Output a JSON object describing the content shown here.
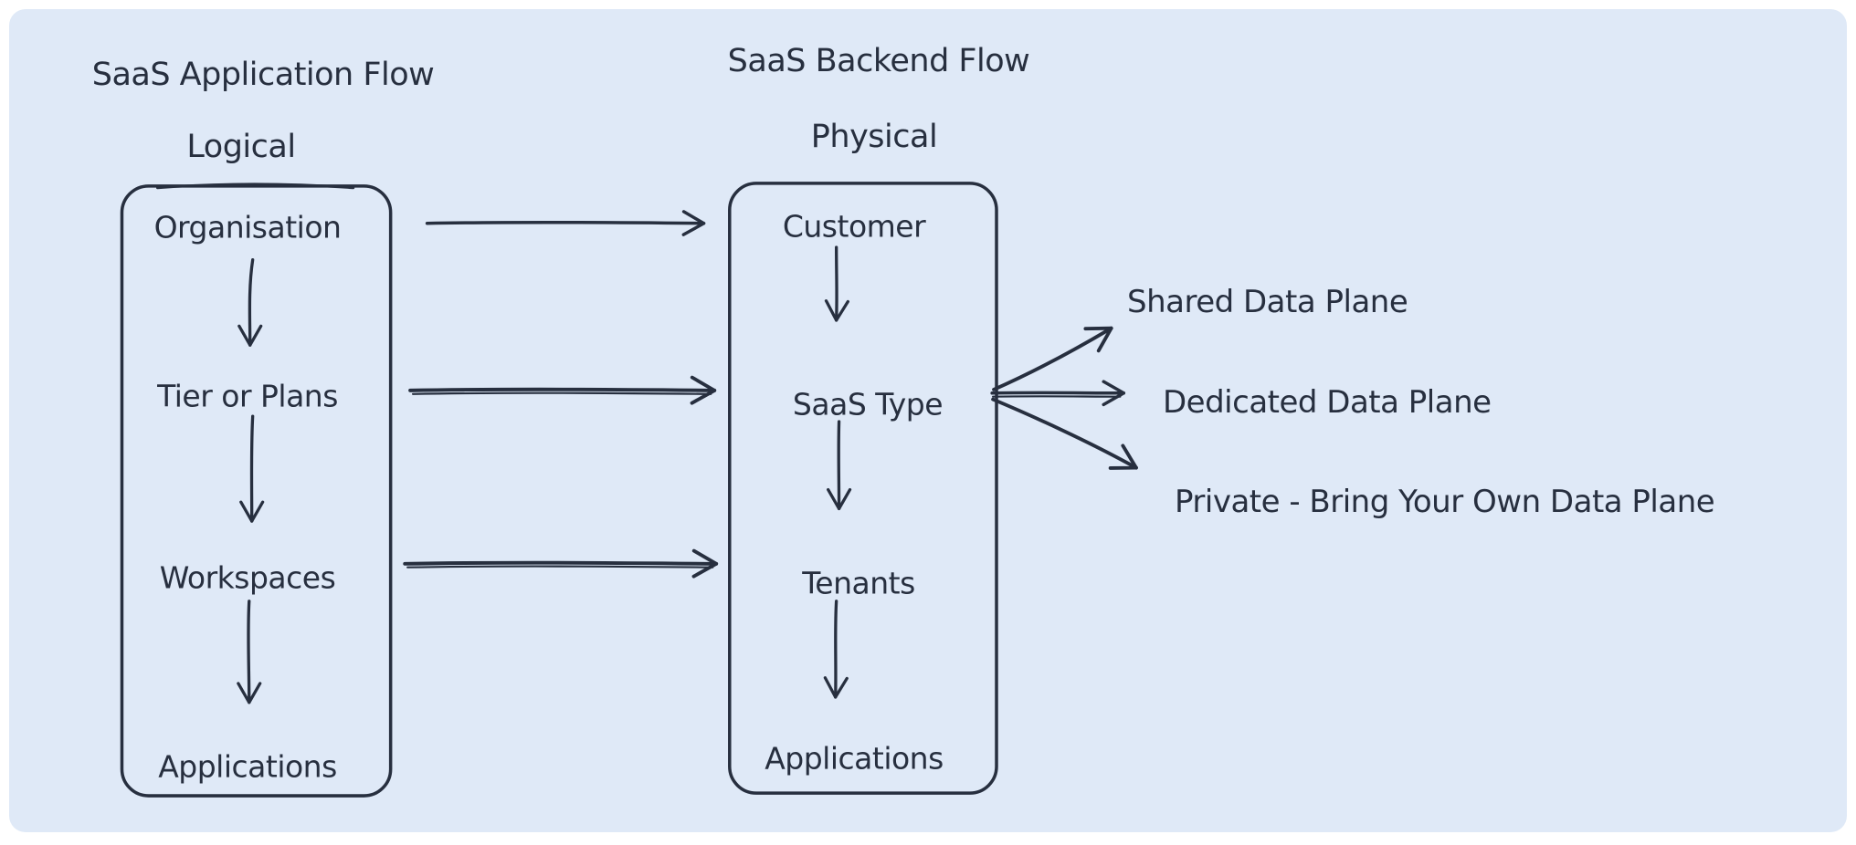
{
  "diagram": {
    "left_flow": {
      "title": "SaaS Application Flow",
      "subtitle": "Logical",
      "nodes": [
        "Organisation",
        "Tier or Plans",
        "Workspaces",
        "Applications"
      ]
    },
    "backend_flow": {
      "title": "SaaS Backend Flow",
      "subtitle": "Physical",
      "nodes": [
        "Customer",
        "SaaS Type",
        "Tenants",
        "Applications"
      ]
    },
    "data_planes": [
      "Shared Data Plane",
      "Dedicated Data Plane",
      "Private - Bring Your Own Data Plane"
    ],
    "colors": {
      "canvas_bg": "#dfe9f7",
      "ink": "#272f3f",
      "page_bg": "#ffffff"
    }
  }
}
